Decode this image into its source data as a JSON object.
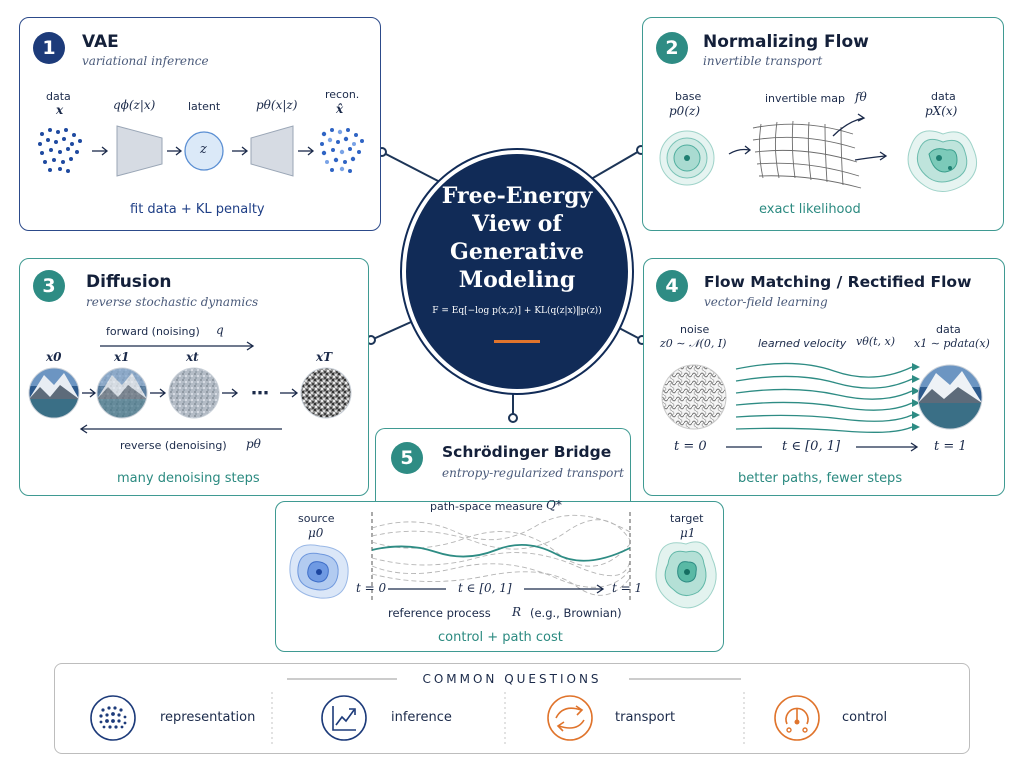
{
  "center": {
    "title_lines": [
      "Free-Energy",
      "View of",
      "Generative",
      "Modeling"
    ],
    "formula": "F = Eq[−log p(x,z)] + KL(q(z|x)‖p(z))"
  },
  "vae": {
    "number": "1",
    "title": "VAE",
    "subtitle": "variational inference",
    "data_label": "data",
    "data_sym": "x",
    "encoder_sym": "qϕ(z|x)",
    "latent_label": "latent",
    "latent_sym": "z",
    "decoder_sym": "pθ(x|z)",
    "recon_label": "recon.",
    "recon_sym": "x̂",
    "footer": "fit data + KL penalty"
  },
  "nf": {
    "number": "2",
    "title": "Normalizing Flow",
    "subtitle": "invertible transport",
    "base_label": "base",
    "base_sym": "p0(z)",
    "map_label": "invertible map",
    "map_sym": "fθ",
    "data_label": "data",
    "data_sym": "pX(x)",
    "footer": "exact likelihood"
  },
  "diffusion": {
    "number": "3",
    "title": "Diffusion",
    "subtitle": "reverse stochastic dynamics",
    "forward_label": "forward (noising)",
    "forward_sym": "q",
    "states": [
      "x0",
      "x1",
      "xt",
      "xT"
    ],
    "ellipsis": "⋯",
    "reverse_label": "reverse (denoising)",
    "reverse_sym": "pθ",
    "footer": "many denoising steps"
  },
  "fm": {
    "number": "4",
    "title": "Flow Matching / Rectified Flow",
    "subtitle": "vector-field learning",
    "noise_label": "noise",
    "noise_sym": "z0 ∼ 𝒩(0, I)",
    "velocity_label": "learned velocity",
    "velocity_sym": "vθ(t, x)",
    "data_label": "data",
    "data_sym": "x1 ∼ pdata(x)",
    "t_start": "t = 0",
    "t_mid": "t ∈ [0, 1]",
    "t_end": "t = 1",
    "footer": "better paths, fewer steps"
  },
  "sb": {
    "number": "5",
    "title": "Schrödinger Bridge",
    "subtitle": "entropy-regularized transport",
    "measure_label": "path-space measure",
    "measure_sym": "Q*",
    "source_label": "source",
    "source_sym": "μ0",
    "target_label": "target",
    "target_sym": "μ1",
    "t_start": "t = 0",
    "t_mid": "t ∈ [0, 1]",
    "t_end": "t = 1",
    "ref_label": "reference process",
    "ref_sym": "R",
    "ref_note": "(e.g., Brownian)",
    "footer": "control + path cost"
  },
  "questions": {
    "title": "COMMON QUESTIONS",
    "items": [
      {
        "label": "representation",
        "icon": "dot-grid-icon"
      },
      {
        "label": "inference",
        "icon": "trend-chart-icon"
      },
      {
        "label": "transport",
        "icon": "transport-arrows-icon"
      },
      {
        "label": "control",
        "icon": "control-dial-icon"
      }
    ]
  },
  "colors": {
    "navy": "#112b57",
    "teal": "#2e8c84",
    "orange": "#e0742c",
    "blue": "#1d3b7a"
  }
}
